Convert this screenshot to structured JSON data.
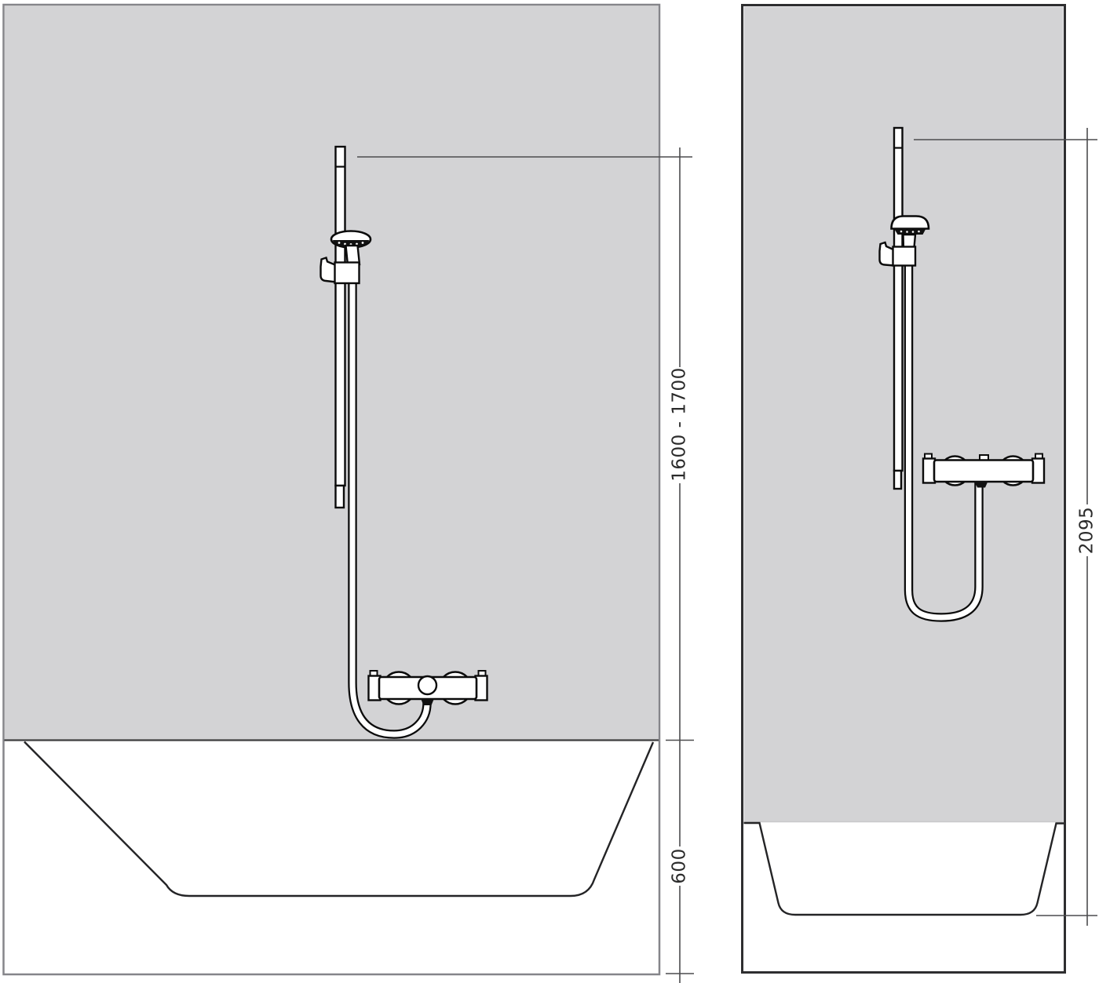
{
  "diagram": {
    "type": "installation-drawing",
    "views": {
      "bathtub": {
        "name": "bathtub-installation-front-view",
        "dimensions": {
          "bar_height_range": "1600 - 1700",
          "tub_rim_height": "600"
        }
      },
      "shower": {
        "name": "shower-tray-installation-view",
        "dimensions": {
          "total_height": "2095"
        }
      }
    },
    "colors": {
      "wall_fill": "#d3d3d5",
      "fixture_outline": "#0b0b0b",
      "tub_outline": "#242426",
      "wall_edge_line": "#3d3d3f",
      "dimension_line": "#4c4c4e",
      "left_panel_border": "#85858a",
      "right_panel_border": "#2e2e30",
      "background": "#ffffff"
    }
  }
}
